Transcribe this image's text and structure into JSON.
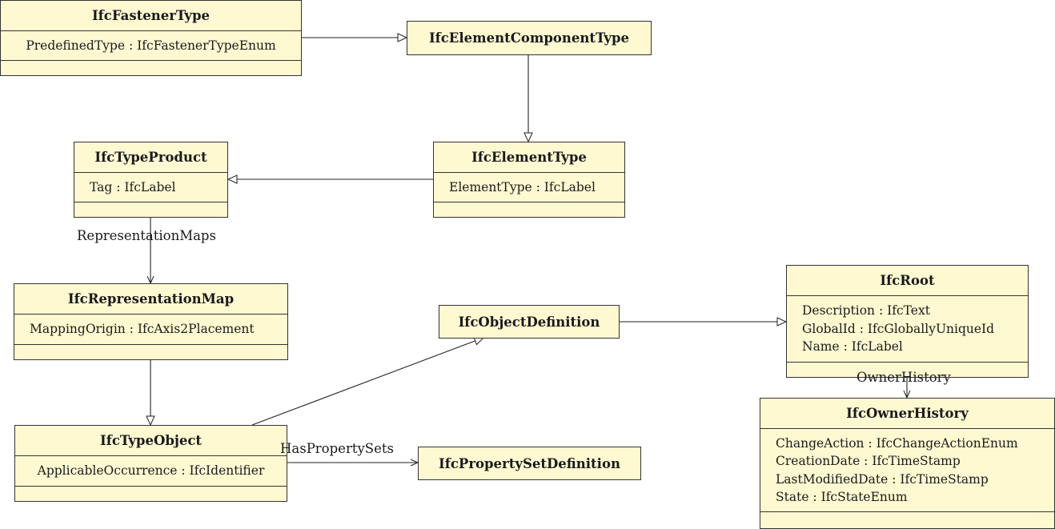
{
  "classes": {
    "fastener_type": {
      "name": "IfcFastenerType",
      "attributes": [
        "PredefinedType : IfcFastenerTypeEnum"
      ]
    },
    "element_component_type": {
      "name": "IfcElementComponentType"
    },
    "type_product": {
      "name": "IfcTypeProduct",
      "attributes": [
        "Tag : IfcLabel"
      ]
    },
    "element_type": {
      "name": "IfcElementType",
      "attributes": [
        "ElementType : IfcLabel"
      ]
    },
    "representation_map": {
      "name": "IfcRepresentationMap",
      "attributes": [
        "MappingOrigin : IfcAxis2Placement"
      ]
    },
    "object_definition": {
      "name": "IfcObjectDefinition"
    },
    "root": {
      "name": "IfcRoot",
      "attributes": [
        "Description : IfcText",
        "GlobalId : IfcGloballyUniqueId",
        "Name : IfcLabel"
      ]
    },
    "type_object": {
      "name": "IfcTypeObject",
      "attributes": [
        "ApplicableOccurrence : IfcIdentifier"
      ]
    },
    "property_set_definition": {
      "name": "IfcPropertySetDefinition"
    },
    "owner_history": {
      "name": "IfcOwnerHistory",
      "attributes": [
        "ChangeAction : IfcChangeActionEnum",
        "CreationDate : IfcTimeStamp",
        "LastModifiedDate : IfcTimeStamp",
        "State : IfcStateEnum"
      ]
    }
  },
  "relations": [
    {
      "kind": "generalization",
      "from": "IfcFastenerType",
      "to": "IfcElementComponentType"
    },
    {
      "kind": "generalization",
      "from": "IfcElementComponentType",
      "to": "IfcElementType"
    },
    {
      "kind": "generalization",
      "from": "IfcElementType",
      "to": "IfcTypeProduct"
    },
    {
      "kind": "association",
      "from": "IfcTypeProduct",
      "to": "IfcRepresentationMap",
      "role": "RepresentationMaps"
    },
    {
      "kind": "generalization",
      "from": "IfcRepresentationMap",
      "to": "IfcTypeObject"
    },
    {
      "kind": "generalization",
      "from": "IfcTypeObject",
      "to": "IfcObjectDefinition"
    },
    {
      "kind": "generalization",
      "from": "IfcObjectDefinition",
      "to": "IfcRoot"
    },
    {
      "kind": "association",
      "from": "IfcTypeObject",
      "to": "IfcPropertySetDefinition",
      "role": "HasPropertySets"
    },
    {
      "kind": "association",
      "from": "IfcRoot",
      "to": "IfcOwnerHistory",
      "role": "OwnerHistory"
    }
  ],
  "colors": {
    "class_fill": "#fff9d2",
    "stroke": "#333333"
  }
}
